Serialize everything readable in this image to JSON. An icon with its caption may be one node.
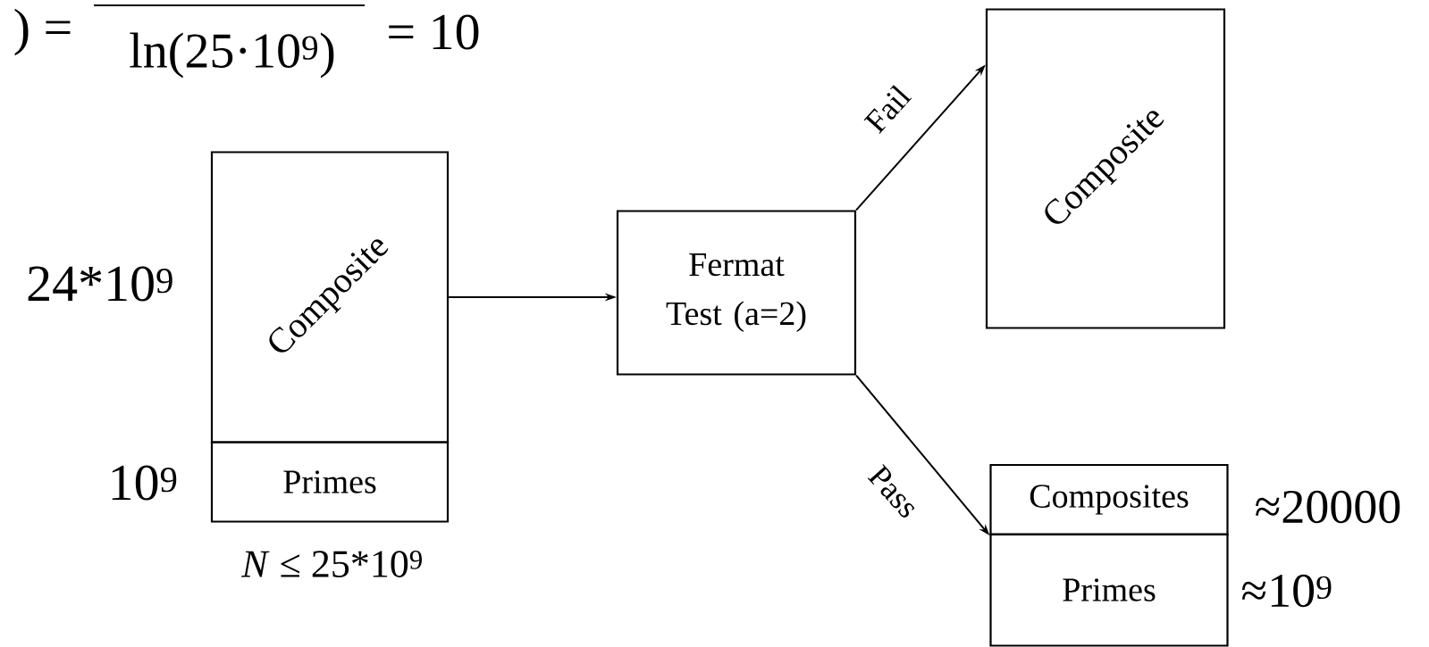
{
  "diagram": {
    "nodes": [
      {
        "text": [
          "Composite"
        ],
        "beside": [
          "24*10$^{9}$"
        ]
      },
      {
        "text": [
          "Primes"
        ],
        "beside": [
          "10$^{9}$",
          "*N* ≤ 25*10$^{9}$"
        ]
      },
      {
        "text": [
          "Fermat Test (a=2)"
        ]
      },
      {
        "text": [
          "Composite"
        ]
      },
      {
        "text": [
          "Composites"
        ],
        "beside": [
          "≈20000"
        ]
      },
      {
        "text": [
          "Primes"
        ],
        "beside": [
          "≈10$^{9}$"
        ]
      }
    ],
    "edges": [
      {
        "from": 0,
        "to": 2,
        "arrow": "to"
      },
      {
        "from": 2,
        "to": 3,
        "arrow": "to",
        "label": "Fail"
      },
      {
        "from": 2,
        "to": 4,
        "arrow": "to",
        "label": "Pass"
      }
    ],
    "labels": [
      ") =",
      "ln(25·10$^{9}$)",
      "= 10"
    ]
  }
}
